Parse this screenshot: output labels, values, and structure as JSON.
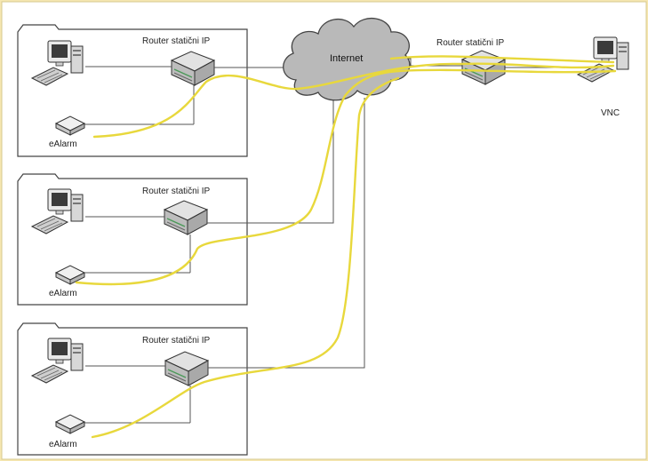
{
  "sites": [
    {
      "router_label": "Router statični IP",
      "alarm_label": "eAlarm"
    },
    {
      "router_label": "Router statični IP",
      "alarm_label": "eAlarm"
    },
    {
      "router_label": "Router statični IP",
      "alarm_label": "eAlarm"
    }
  ],
  "cloud": {
    "label": "Internet"
  },
  "remote": {
    "router_label": "Router statični IP",
    "pc_label": "VNC"
  },
  "colors": {
    "background": "#f6e7b1",
    "panel": "#ffffff",
    "cloud": "#b9b9b9",
    "fiber": "#e8d83c",
    "wire": "#555555"
  }
}
